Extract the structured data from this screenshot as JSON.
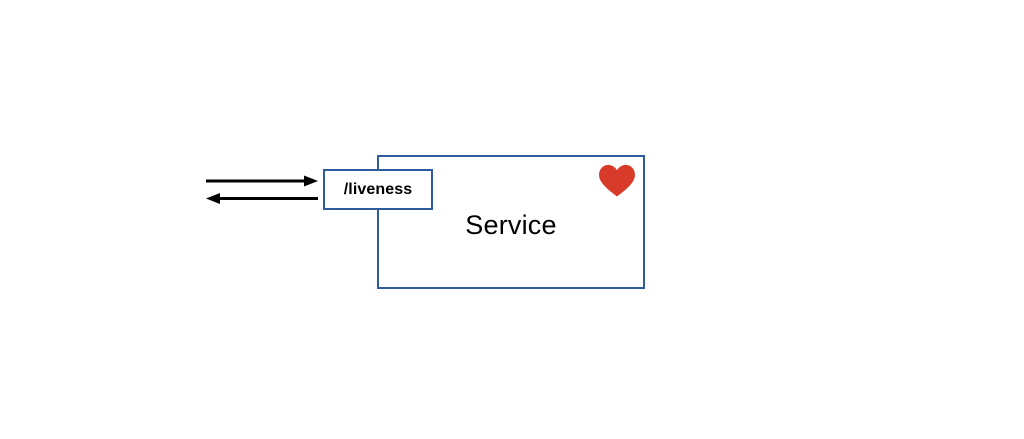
{
  "diagram": {
    "service": {
      "label": "Service",
      "icon": "heart-icon"
    },
    "endpoint": {
      "label": "/liveness"
    },
    "arrows": [
      {
        "name": "request-arrow",
        "direction": "right"
      },
      {
        "name": "response-arrow",
        "direction": "left"
      }
    ],
    "colors": {
      "box_border": "#2E5B9E",
      "heart": "#D93B2B",
      "arrow": "#000000",
      "text": "#000000",
      "background": "#FFFFFF"
    }
  }
}
